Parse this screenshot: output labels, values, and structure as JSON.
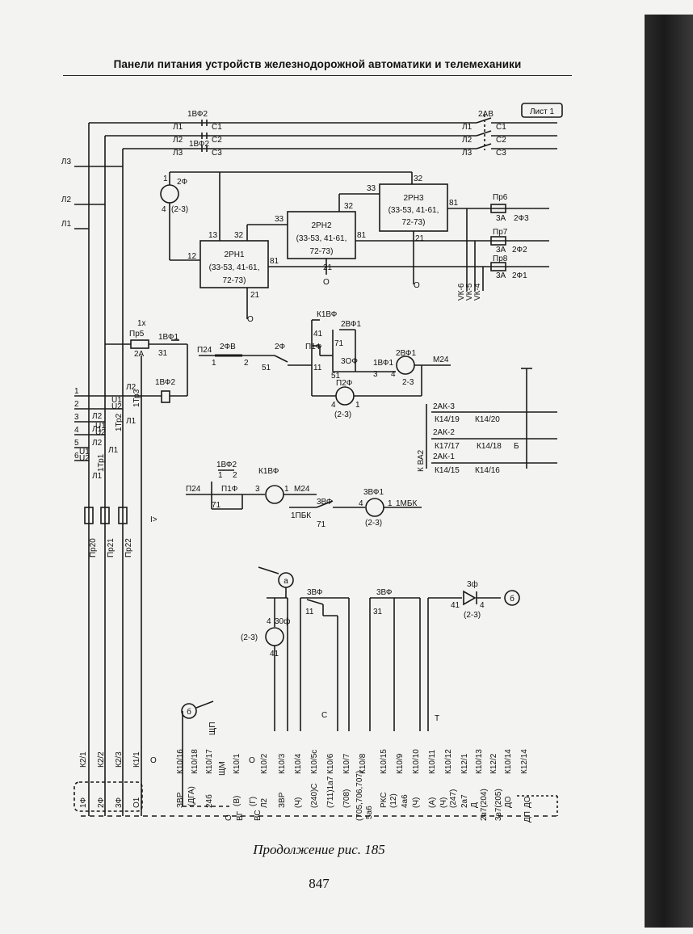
{
  "header": {
    "title": "Панели питания устройств железнодорожной автоматики и телемеханики"
  },
  "diagram": {
    "sheet_label": "Лист 1",
    "feeder_labels": [
      "Л3",
      "Л2",
      "Л1"
    ],
    "breaker_top": {
      "name": "1ВФ2",
      "sub": "1ВФ2",
      "pins": [
        "Л1",
        "С1",
        "Л2",
        "С2",
        "Л3",
        "С3"
      ]
    },
    "breaker_right": {
      "name": "2АВ",
      "pins": [
        "Л1",
        "С1",
        "Л2",
        "С2",
        "Л3",
        "С3"
      ]
    },
    "relay_2f": {
      "name": "2Ф",
      "pin_top": "1",
      "pin_bottom": "4",
      "range": "(2-3)"
    },
    "relay_2rn1": {
      "line1": "2РН1",
      "line2": "(33-53, 41-61,",
      "line3": "72-73)",
      "pin_in": "12",
      "pin_13": "13",
      "pin_32": "32",
      "pin_81": "81",
      "pin_21": "21"
    },
    "relay_2rn2": {
      "line1": "2РН2",
      "line2": "(33-53, 41-61,",
      "line3": "72-73)",
      "pin_33": "33",
      "pin_32": "32",
      "pin_81": "81",
      "pin_21": "21"
    },
    "relay_2rn3": {
      "line1": "2РН3",
      "line2": "(33-53, 41-61,",
      "line3": "72-73)",
      "pin_33": "33",
      "pin_32": "32",
      "pin_81": "81",
      "pin_21": "21"
    },
    "zero_labels": [
      "О",
      "О",
      "О"
    ],
    "fuse_outputs": [
      {
        "fuse": "Пр6",
        "amp": "3А",
        "out": "2Ф3"
      },
      {
        "fuse": "Пр7",
        "amp": "3А",
        "out": "2Ф2"
      },
      {
        "fuse": "Пр8",
        "amp": "3А",
        "out": "2Ф1"
      }
    ],
    "vk_labels": [
      "VК-6",
      "VК-5",
      "VК-4"
    ],
    "left_block": {
      "fuse_label": "Пр5",
      "fuse_amp": "2А",
      "fuse_top": "1х",
      "contact_1vf1": "1ВФ1",
      "contact_31": "31",
      "transformer": "1ВФ2",
      "l2": "Л2",
      "l1": "Л1",
      "tr3": "1Тр3",
      "tr2": "1Тр2",
      "tr1": "1Тр1",
      "rows": [
        "1",
        "2",
        "3",
        "4",
        "5",
        "6"
      ],
      "coil_marks": [
        "U1",
        "U2",
        "U1",
        "U2",
        "U1",
        "U2"
      ],
      "wire_labels": [
        "Л2",
        "Л1",
        "Л2",
        "Л1",
        "Л1"
      ]
    },
    "middle_block": {
      "p24": "П24",
      "fv": "2ФВ",
      "pin1": "1",
      "pin2": "2",
      "f2": "2Ф",
      "pin51": "51",
      "k1vf": "К1ВФ",
      "pin41": "41",
      "p1f": "П1Ф",
      "pin11": "11",
      "vf2": "2ВФ1",
      "pin71": "71",
      "of3": "3ОФ",
      "pin51b": "51",
      "vf1": "1ВФ1",
      "pin3": "3",
      "pin4": "4",
      "vf1b": "2ВФ1",
      "range_a": "2-3",
      "m24": "М24",
      "p2f": "П2Ф",
      "pin4b": "4",
      "pin1b": "1",
      "range_b": "(2-3)"
    },
    "va2_block": {
      "side": "К ВА2",
      "rows": [
        {
          "ak": "2АК-3",
          "a": "К14/19",
          "b": "К14/20",
          "tag": ""
        },
        {
          "ak": "2АК-2",
          "a": "К17/17",
          "b": "К14/18",
          "tag": "Б"
        },
        {
          "ak": "2АК-1",
          "a": "К14/15",
          "b": "К14/16",
          "tag": ""
        }
      ]
    },
    "lower_mid": {
      "vf2": "1ВФ2",
      "pins": [
        "1",
        "2"
      ],
      "p24": "П24",
      "p1f": "П1Ф",
      "pin71": "71",
      "k1vf": "К1ВФ",
      "pin3": "3",
      "pin1": "1",
      "m24": "М24",
      "pbk": "1ПБК",
      "vf3": "3ВФ",
      "pin71b": "71",
      "vf31": "3ВФ1",
      "pin4": "4",
      "pin1b": "1",
      "mbk": "1МБК",
      "range": "(2-3)"
    },
    "fuses_main": [
      "Пр20",
      "Пр21",
      "Пр22"
    ],
    "i_mark": "I>",
    "lower_circuit": {
      "node_a": "а",
      "node_b": "б",
      "lamp_range": "(2-3)",
      "lamp_pin4": "4",
      "lamp_pin41": "41",
      "lamp_name": "30ф",
      "vf3_a": "3ВФ",
      "pin11": "11",
      "vf3_b": "3ВФ",
      "pin31": "31",
      "f3": "3ф",
      "pin41": "41",
      "pin4": "4",
      "f3_range": "(2-3)"
    },
    "terminals": {
      "left": [
        "К2/1",
        "К2/2",
        "К2/3",
        "К1/1"
      ],
      "left_bottom": [
        "1Ф",
        "2Ф",
        "3Ф",
        "О1"
      ],
      "o_label": "О",
      "right": [
        "К10/16",
        "К10/18",
        "К10/17",
        "К10/1",
        "К10/2",
        "К10/3",
        "К10/4",
        "К10/5с",
        "К10/6",
        "К10/7",
        "К10/8",
        "К10/15",
        "К10/9",
        "К10/10",
        "К10/11",
        "К10/12",
        "К12/1",
        "К10/13",
        "К12/2",
        "К10/14",
        "К12/14"
      ],
      "side_marks": [
        "ЩМ",
        "ЩП",
        "О",
        "С",
        "Т"
      ],
      "bottom_notes": [
        "ЗВР",
        "(ДГА)",
        "24б",
        "(В)",
        "(Г)",
        "Л2",
        "ЗВР",
        "(Ч)",
        "(240)С",
        "(711)1а7",
        "(708)",
        "(705,706,707)",
        "5а6",
        "РКС",
        "(12)",
        "4а6",
        "(Ч)",
        "(А)",
        "(Ч)",
        "(247)",
        "2а7",
        "Д",
        "2в7(204)",
        "3в7(205)",
        "ДО",
        "ДО",
        "ДП",
        "ВГ",
        "ВС",
        "О"
      ]
    }
  },
  "caption": "Продолжение рис. 185",
  "page_number": "847"
}
